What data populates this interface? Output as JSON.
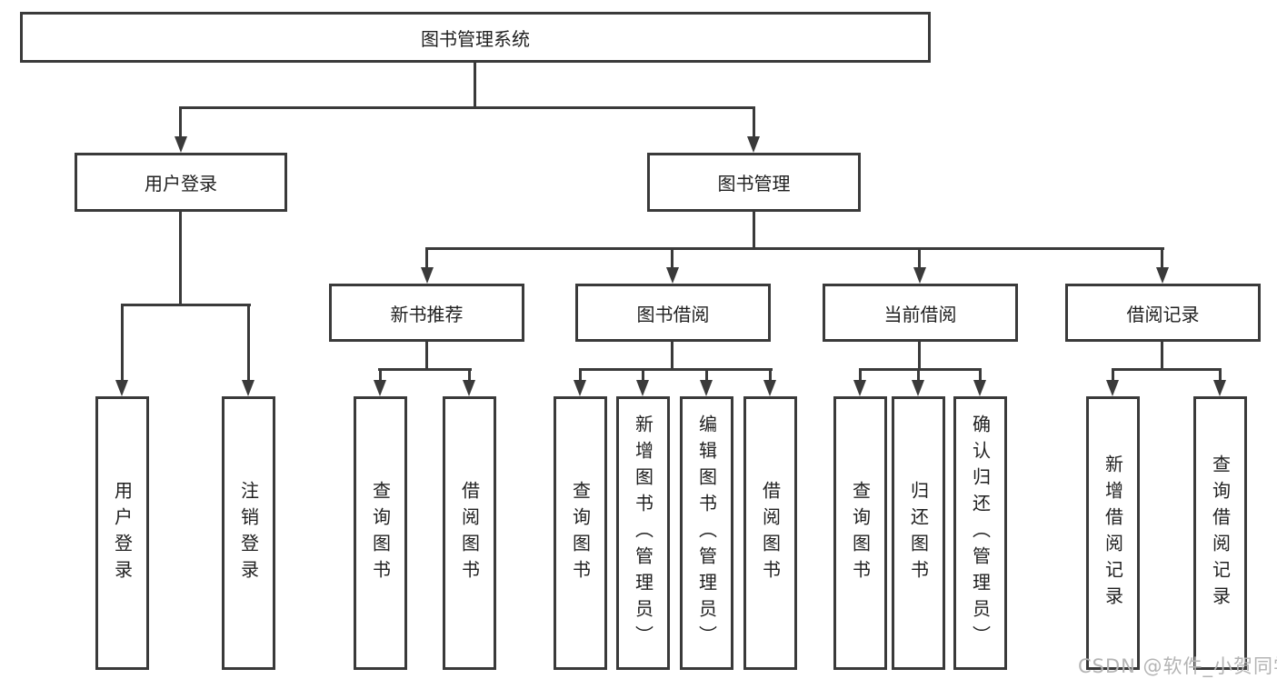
{
  "tree": {
    "label": "图书管理系统",
    "children": [
      {
        "label": "用户登录",
        "children": [
          {
            "label": "用户登录"
          },
          {
            "label": "注销登录"
          }
        ]
      },
      {
        "label": "图书管理",
        "children": [
          {
            "label": "新书推荐",
            "children": [
              {
                "label": "查询图书"
              },
              {
                "label": "借阅图书"
              }
            ]
          },
          {
            "label": "图书借阅",
            "children": [
              {
                "label": "查询图书"
              },
              {
                "label": "新增图书（管理员）"
              },
              {
                "label": "编辑图书（管理员）"
              },
              {
                "label": "借阅图书"
              }
            ]
          },
          {
            "label": "当前借阅",
            "children": [
              {
                "label": "查询图书"
              },
              {
                "label": "归还图书"
              },
              {
                "label": "确认归还（管理员）"
              }
            ]
          },
          {
            "label": "借阅记录",
            "children": [
              {
                "label": "新增借阅记录"
              },
              {
                "label": "查询借阅记录"
              }
            ]
          }
        ]
      }
    ]
  },
  "watermark": {
    "text": "CSDN @软件_小贺同学"
  },
  "colors": {
    "line": "#3a3a3a",
    "text": "#1f1f1f",
    "background": "#ffffff",
    "watermark": "#b4b4b4"
  }
}
